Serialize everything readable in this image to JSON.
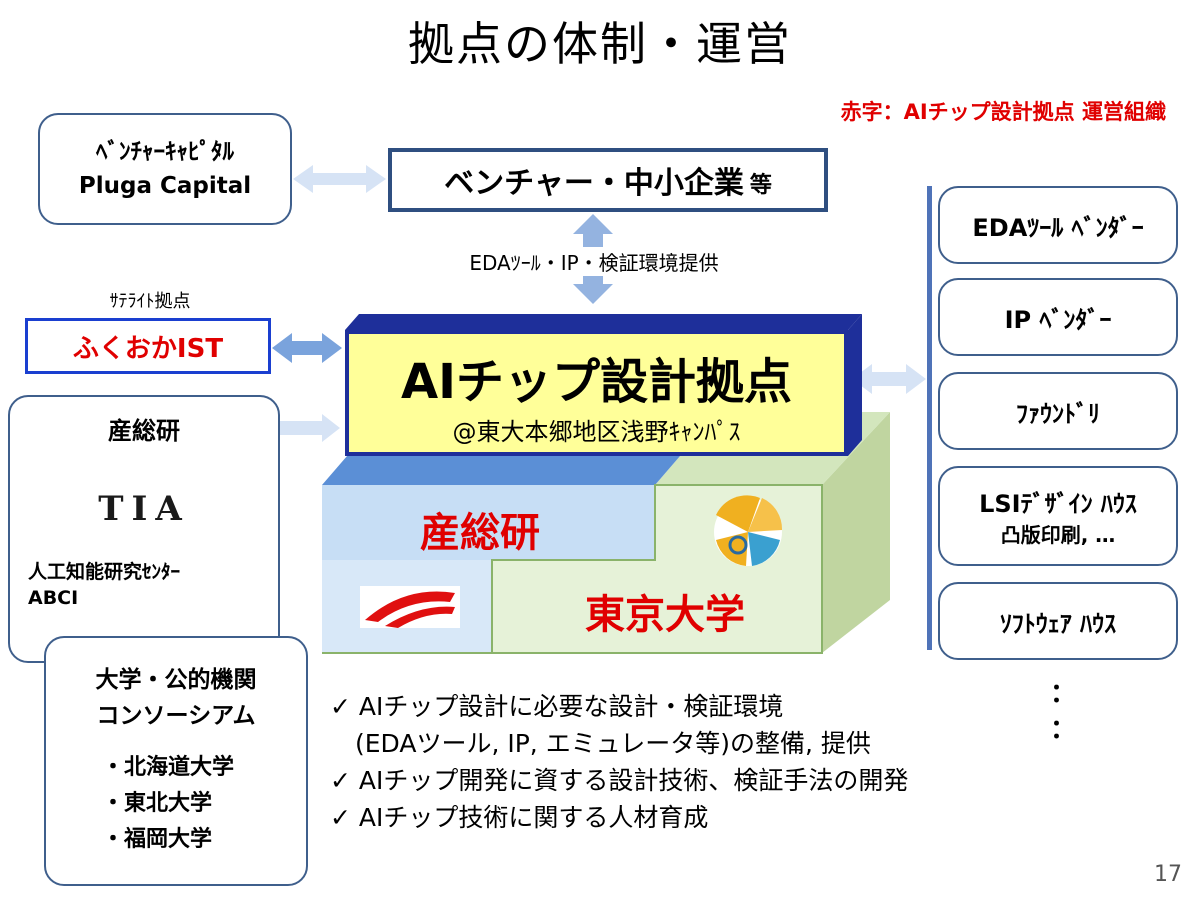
{
  "title": "拠点の体制・運営",
  "legend_note": "赤字：AIチップ設計拠点 運営組織",
  "venture_capital": {
    "line1": "ﾍﾞﾝﾁｬｰｷｬﾋﾟﾀﾙ",
    "line2": "Pluga Capital"
  },
  "sme": {
    "main": "ベンチャー・中小企業",
    "suffix": "等"
  },
  "provision_label": "EDAﾂｰﾙ・IP・検証環境提供",
  "satellite": {
    "caption": "ｻﾃﾗｲﾄ拠点",
    "name": "ふくおかIST"
  },
  "aist_left": {
    "title": "産総研",
    "logo_text": "TIA",
    "line1": "人工知能研究ｾﾝﾀｰ",
    "line2": "ABCI"
  },
  "hub": {
    "title": "AIチップ設計拠点",
    "subtitle": "@東大本郷地区浅野ｷｬﾝﾊﾟｽ"
  },
  "block_aist": "産総研",
  "block_utokyo": "東京大学",
  "consortium": {
    "line1": "大学・公的機関",
    "line2": "コンソーシアム",
    "members": [
      "・北海道大学",
      "・東北大学",
      "・福岡大学"
    ]
  },
  "vendors": [
    {
      "label": "EDAﾂｰﾙ ﾍﾞﾝﾀﾞｰ",
      "sub": ""
    },
    {
      "label": "IP ﾍﾞﾝﾀﾞｰ",
      "sub": ""
    },
    {
      "label": "ﾌｧｳﾝﾄﾞﾘ",
      "sub": ""
    },
    {
      "label": "LSIﾃﾞｻﾞｲﾝ ﾊｳｽ",
      "sub": "凸版印刷, …"
    },
    {
      "label": "ｿﾌﾄｳｪｱ ﾊｳｽ",
      "sub": ""
    }
  ],
  "ellipsis": "：",
  "checklist": [
    "✓ AIチップ設計に必要な設計・検証環境",
    "　(EDAツール, IP, エミュレータ等)の整備, 提供",
    "✓ AIチップ開発に資する設計技術、検証手法の開発",
    "✓ AIチップ技術に関する人材育成"
  ],
  "page_number": "17",
  "colors": {
    "accent_red": "#e00000",
    "hub_yellow": "#ffff99",
    "hub_blue": "#1e2f9a",
    "arrow": "#9db8e0",
    "box_border": "#3f5f8c"
  }
}
